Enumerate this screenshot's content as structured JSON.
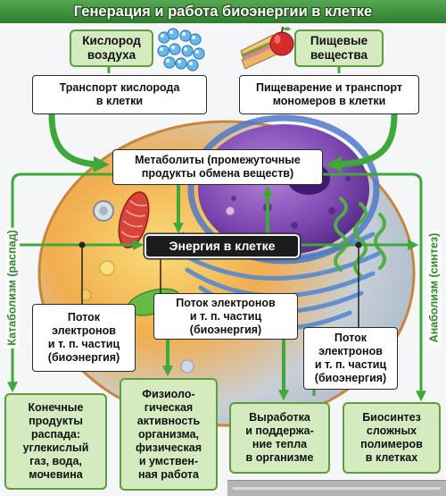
{
  "colors": {
    "header_green": "#2f7d2e",
    "header_green_light": "#55a852",
    "box_green": "#d4ebbf",
    "box_green_border": "#5f9c3e",
    "arrow_green": "#3fa83a",
    "side_green": "#2f8a2c",
    "energy_dark": "#1c1c1c"
  },
  "icons": {
    "oxygen": "oxygen-molecules-icon",
    "food": "sandwich-and-apple-icon"
  },
  "header": {
    "title": "Генерация и работа биоэнергии в клетке"
  },
  "inputs": {
    "oxygen": {
      "lines": [
        "Кислород",
        "воздуха"
      ]
    },
    "food": {
      "lines": [
        "Пищевые",
        "вещества"
      ]
    }
  },
  "transport": {
    "oxygen": {
      "lines": [
        "Транспорт кислорода",
        "в клетки"
      ]
    },
    "food": {
      "lines": [
        "Пищеварение и транспорт",
        "мономеров в клетки"
      ]
    }
  },
  "metabolites": {
    "lines": [
      "Метаболиты (промежуточные",
      "продукты обмена веществ)"
    ]
  },
  "energy": {
    "label": "Энергия в клетке"
  },
  "side_labels": {
    "left": "Катаболизм (распад)",
    "right": "Анаболизм (синтез)"
  },
  "electron_flows": [
    {
      "lines": [
        "Поток",
        "электронов",
        "и т. п. частиц",
        "(биоэнергия)"
      ]
    },
    {
      "lines": [
        "Поток электронов",
        "и т. п. частиц",
        "(биоэнергия)"
      ]
    },
    {
      "lines": [
        "Поток",
        "электронов",
        "и т. п. частиц",
        "(биоэнергия)"
      ]
    }
  ],
  "outcomes": [
    {
      "lines": [
        "Конечные",
        "продукты",
        "распада:",
        "углекислый",
        "газ, вода,",
        "мочевина"
      ]
    },
    {
      "lines": [
        "Физиоло-",
        "гическая",
        "активность",
        "организма,",
        "физическая",
        "и умствен-",
        "ная работа"
      ]
    },
    {
      "lines": [
        "Выработка",
        "и поддержа-",
        "ние тепла",
        "в организме"
      ]
    },
    {
      "lines": [
        "Биосинтез",
        "сложных",
        "полимеров",
        "в клетках"
      ]
    }
  ]
}
